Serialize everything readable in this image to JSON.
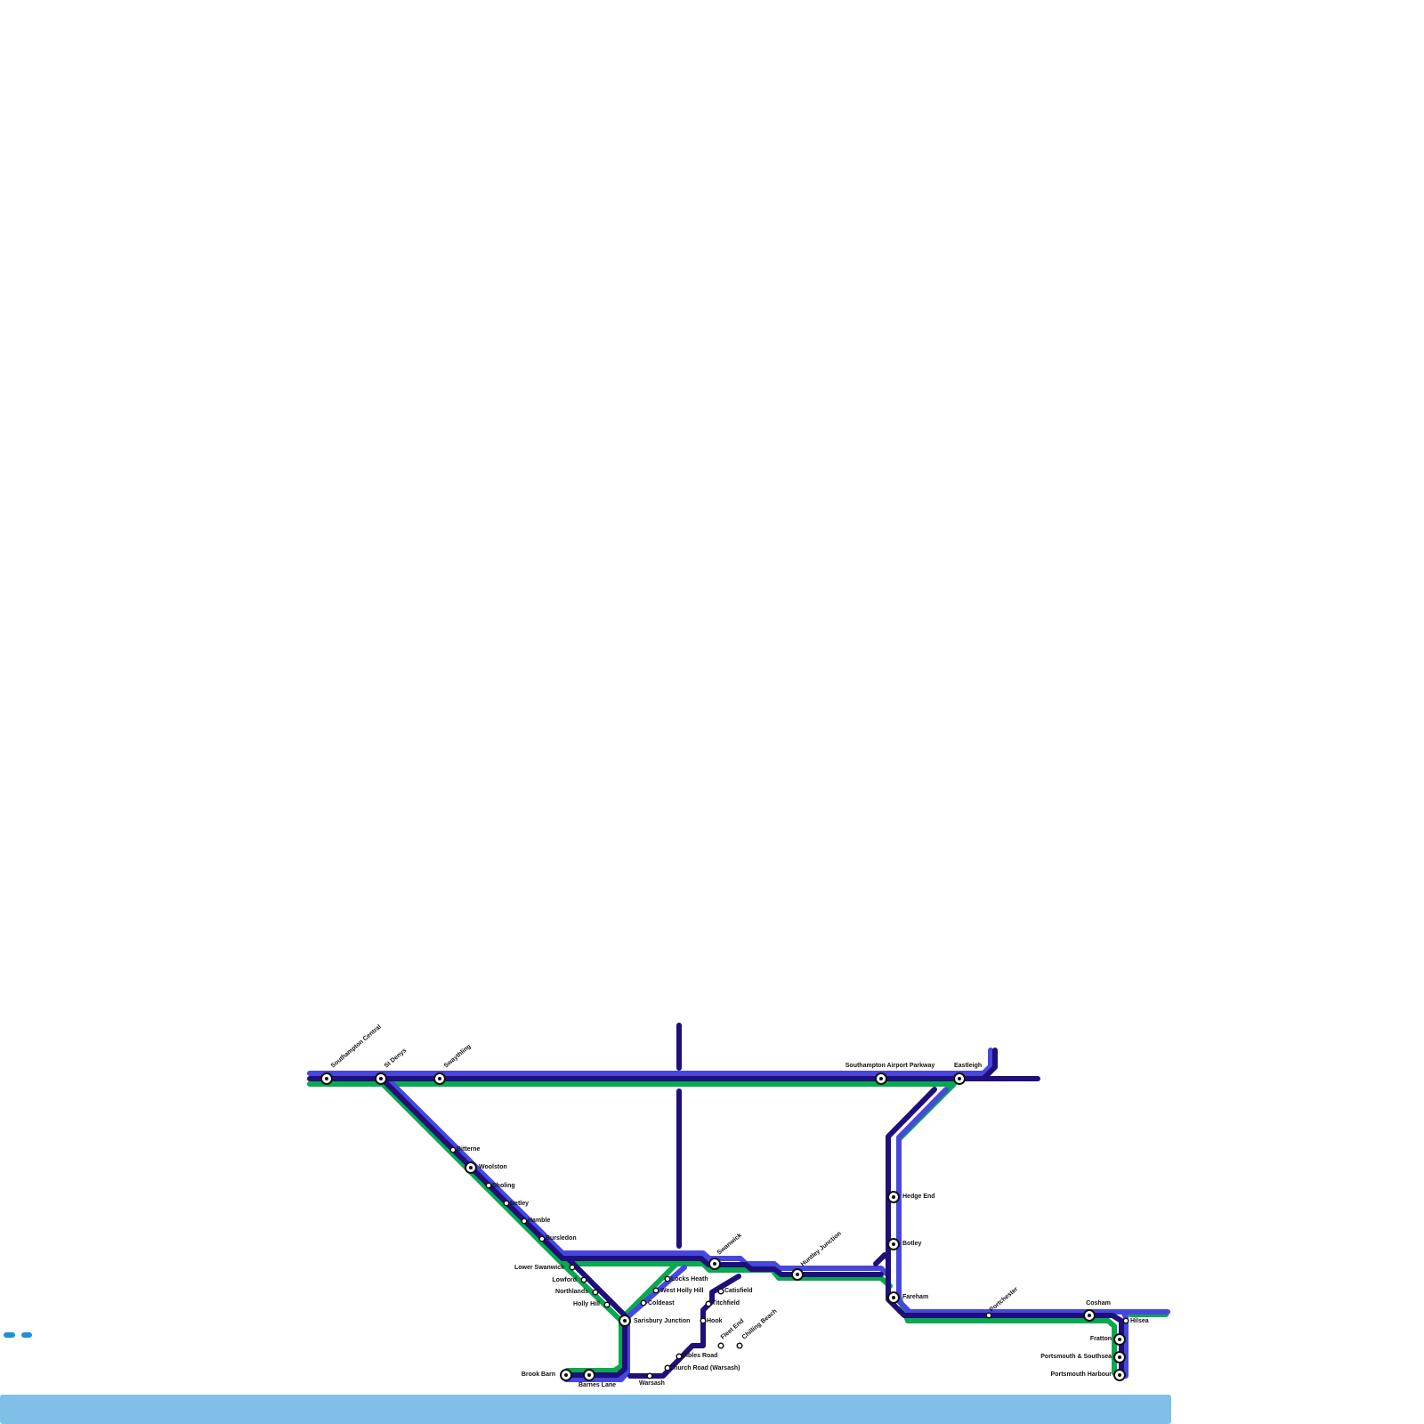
{
  "colors": {
    "line_dark": "#1f0f7a",
    "line_blue": "#4747e0",
    "line_green": "#0aa84f",
    "river": "#7fbfe8",
    "legend_dash": "#1e90d8"
  },
  "stations": {
    "southampton_central": "Southampton Central",
    "st_denys": "St Denys",
    "swaythling": "Swaythling",
    "bitterne": "Bitterne",
    "woolston": "Woolston",
    "sholing": "Sholing",
    "netley": "Netley",
    "hamble": "Hamble",
    "bursledon": "Bursledon",
    "lower_swanwick": "Lower Swanwick",
    "lowford": "Lowford",
    "northlands": "Northlands",
    "holly_hill": "Holly Hill",
    "sarisbury_junction": "Sarisbury Junction",
    "brook_barn": "Brook Barn",
    "barnes_lane": "Barnes Lane",
    "warsash": "Warsash",
    "church_road": "Church Road (Warsash)",
    "dibles_road": "Dibles Road",
    "coldeast": "Coldeast",
    "west_holly_hill": "West Holly Hill",
    "locks_heath": "Locks Heath",
    "swanwick": "Swanwick",
    "catisfield": "Catisfield",
    "titchfield": "Titchfield",
    "hook": "Hook",
    "fleet_end": "Fleet End",
    "chilling_beach": "Chilling Beach",
    "huntley_junction": "Huntley Junction",
    "southampton_airport": "Southampton Airport Parkway",
    "eastleigh": "Eastleigh",
    "hedge_end": "Hedge End",
    "botley": "Botley",
    "fareham": "Fareham",
    "portchester": "Portchester",
    "cosham": "Cosham",
    "hilsea": "Hilsea",
    "fratton": "Fratton",
    "portsmouth_southsea": "Portsmouth & Southsea",
    "portsmouth_harbour": "Portsmouth Harbour"
  }
}
